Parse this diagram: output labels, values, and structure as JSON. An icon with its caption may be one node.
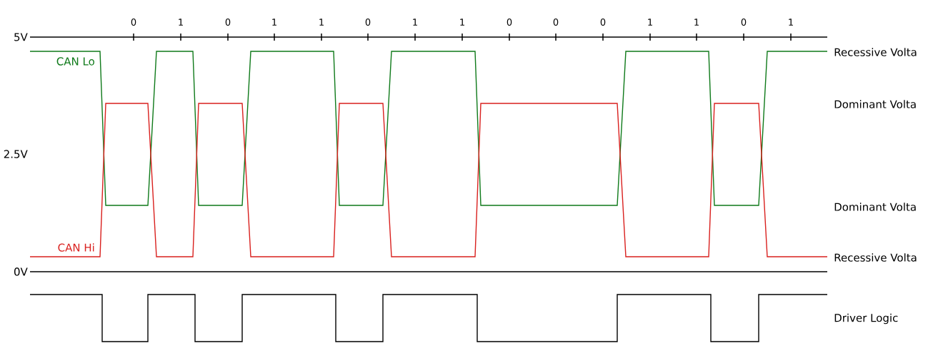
{
  "diagram": {
    "labels": [
      "0",
      "1",
      "0",
      "1",
      "1",
      "0",
      "1",
      "1",
      "0",
      "0",
      "0",
      "1",
      "1",
      "0",
      "1",
      "5V",
      "CAN Lo",
      "Recessive Volta",
      "Dominant Volta",
      "2.5V",
      "Dominant Volta",
      "CAN Hi",
      "Recessive Volta",
      "0V",
      "Driver Logic"
    ]
  }
}
